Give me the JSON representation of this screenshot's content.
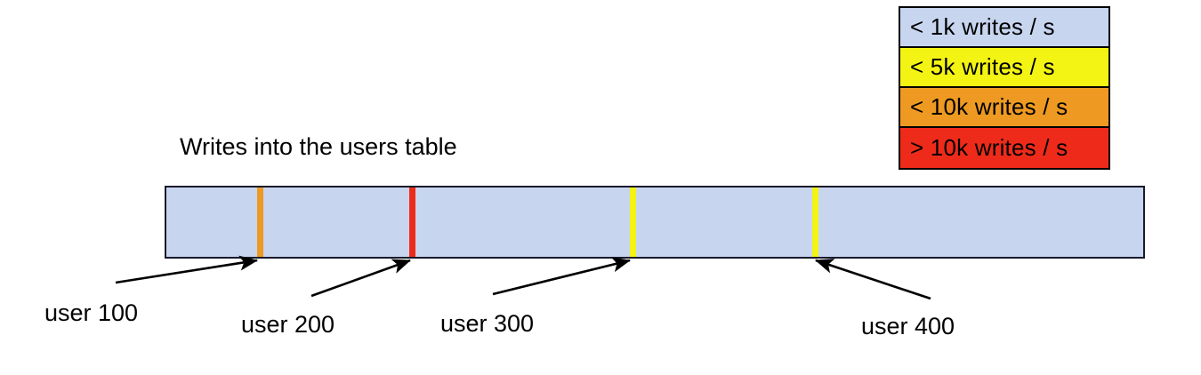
{
  "chart_data": {
    "type": "bar",
    "title": "Writes into the users table",
    "xlabel": "",
    "ylabel": "",
    "orientation": "horizontal",
    "description": "A single horizontal bar representing the users table key range, segmented by colored stripes marking hot keys with their write rates.",
    "bar": {
      "base_color": "#c7d5ef",
      "base_category": "< 1k writes / s",
      "border_color": "#1a1a2a"
    },
    "markers": [
      {
        "label": "user 100",
        "color": "#ee9a22",
        "category": "< 10k writes / s",
        "position_pct": 9.6
      },
      {
        "label": "user 200",
        "color": "#ee2b1a",
        "category": "> 10k writes / s",
        "position_pct": 25.1
      },
      {
        "label": "user 300",
        "color": "#f4f414",
        "category": "< 5k writes / s",
        "position_pct": 47.6
      },
      {
        "label": "user 400",
        "color": "#f4f414",
        "category": "< 5k writes / s",
        "position_pct": 66.2
      }
    ],
    "legend": {
      "position": "top-right",
      "entries": [
        {
          "label": "< 1k writes / s",
          "color": "#c7d5ef"
        },
        {
          "label": "< 5k writes / s",
          "color": "#f4f414"
        },
        {
          "label": "< 10k writes / s",
          "color": "#ee9a22"
        },
        {
          "label": "> 10k writes / s",
          "color": "#ee2b1a"
        }
      ]
    }
  },
  "legend": {
    "entries": [
      {
        "label": "< 1k writes / s"
      },
      {
        "label": "< 5k writes / s"
      },
      {
        "label": "< 10k writes / s"
      },
      {
        "label": "> 10k writes / s"
      }
    ]
  },
  "title": "Writes into the users table",
  "labels": {
    "user_100": "user 100",
    "user_200": "user 200",
    "user_300": "user 300",
    "user_400": "user 400"
  }
}
